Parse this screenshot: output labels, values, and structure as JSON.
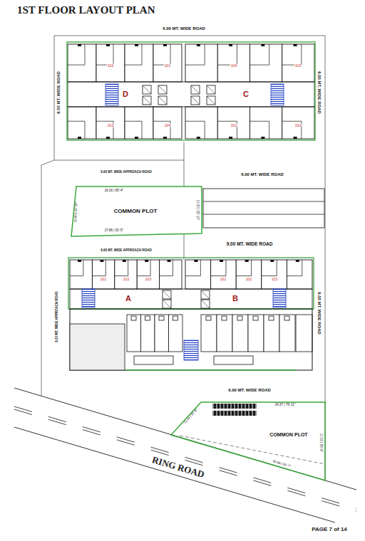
{
  "diagram": {
    "title": "1ST FLOOR LAYOUT PLAN",
    "nodes": [
      {
        "text": [
          "D"
        ]
      },
      {
        "text": [
          "C"
        ]
      },
      {
        "text": [
          "COMMON PLOT"
        ]
      },
      {
        "text": [
          "A"
        ]
      },
      {
        "text": [
          "B"
        ]
      },
      {
        "text": [
          "COMMON PLOT"
        ]
      }
    ],
    "labels": [
      "6.00 MT. WIDE ROAD",
      "6.00 MT. WIDE ROAD",
      "6.00 MT. WIDE ROAD",
      "6.00 MT. WIDE APPROACH ROAD",
      "6.00 MT. WIDE ROAD",
      "26.00 | 85'-4\"",
      "10.00 | 32'-10\"",
      "10.00 | 32'-10\"",
      "27.86 | 91'-5\"",
      "6.00 MT. WIDE APPROACH ROAD",
      "9.00 MT. WIDE ROAD",
      "6.00 MT. WIDE APPROACH ROAD",
      "6.00 MT. WIDE ROAD",
      "6.00 MT. WIDE ROAD",
      "24.37 | 79'-11\"",
      "11.44 | 37'-6\"",
      "17.00 | 55'-9\"",
      "20.00 | 65'-7\"",
      "RING ROAD",
      "PAGE 7 of 14",
      "102",
      "101",
      "103",
      "104",
      "104",
      "103",
      "101",
      "102",
      "101",
      "102",
      "103",
      "101",
      "102",
      "103"
    ]
  }
}
